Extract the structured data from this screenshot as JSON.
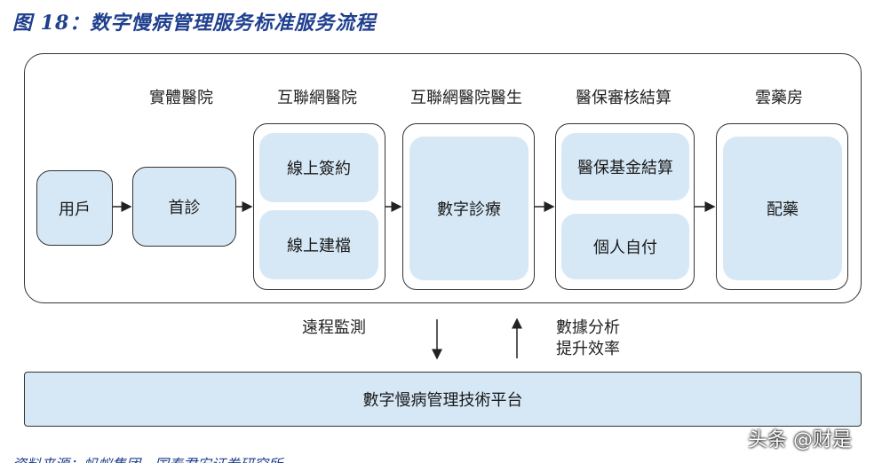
{
  "title": "图 18：数字慢病管理服务标准服务流程",
  "column_headers": {
    "offline_hospital": "實體醫院",
    "internet_hospital": "互聯網醫院",
    "internet_doctor": "互聯網醫院醫生",
    "insurance": "醫保審核結算",
    "pharmacy": "雲藥房"
  },
  "nodes": {
    "user": "用戶",
    "first_visit": "首診",
    "online_sign": "線上簽約",
    "online_record": "線上建檔",
    "digital_treatment": "數字診療",
    "insurance_fund": "醫保基金結算",
    "self_pay": "個人自付",
    "dispense": "配藥"
  },
  "flows": {
    "remote_monitoring": "遠程監測",
    "data_analysis_1": "數據分析",
    "data_analysis_2": "提升效率"
  },
  "platform": "數字慢病管理技術平台",
  "watermark": "头条 @财是",
  "source": "资料来源：蚂蚁集团，国泰君安证券研究所"
}
